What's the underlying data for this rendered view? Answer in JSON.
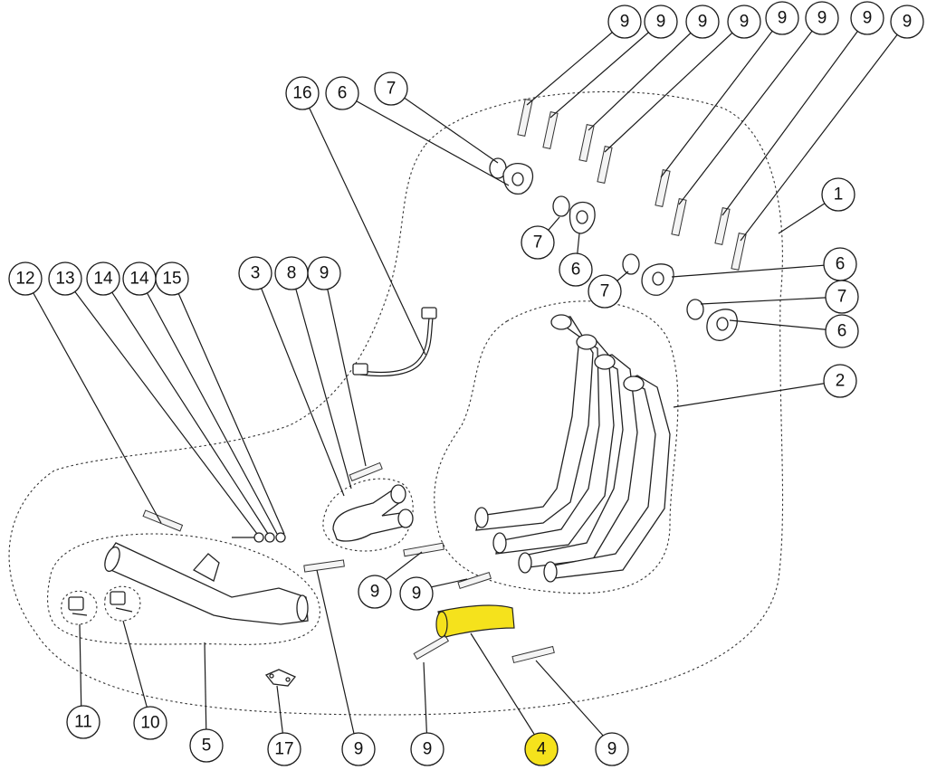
{
  "colors": {
    "highlight": "#f5e21c",
    "line": "#1a1a1a",
    "background": "#ffffff"
  },
  "highlighted_part": "4",
  "callouts": [
    {
      "id": "c-top-1",
      "label": "9"
    },
    {
      "id": "c-top-2",
      "label": "9"
    },
    {
      "id": "c-top-3",
      "label": "9"
    },
    {
      "id": "c-top-4",
      "label": "9"
    },
    {
      "id": "c-top-5",
      "label": "9"
    },
    {
      "id": "c-top-6",
      "label": "9"
    },
    {
      "id": "c-top-7",
      "label": "9"
    },
    {
      "id": "c-top-8",
      "label": "9"
    },
    {
      "id": "c-16",
      "label": "16"
    },
    {
      "id": "c-6a",
      "label": "6"
    },
    {
      "id": "c-7a",
      "label": "7"
    },
    {
      "id": "c-1",
      "label": "1"
    },
    {
      "id": "c-7b",
      "label": "7"
    },
    {
      "id": "c-6b",
      "label": "6"
    },
    {
      "id": "c-7c",
      "label": "7"
    },
    {
      "id": "c-6c",
      "label": "6"
    },
    {
      "id": "c-7d",
      "label": "7"
    },
    {
      "id": "c-6d",
      "label": "6"
    },
    {
      "id": "c-2",
      "label": "2"
    },
    {
      "id": "c-12",
      "label": "12"
    },
    {
      "id": "c-13",
      "label": "13"
    },
    {
      "id": "c-14a",
      "label": "14"
    },
    {
      "id": "c-14b",
      "label": "14"
    },
    {
      "id": "c-15",
      "label": "15"
    },
    {
      "id": "c-3",
      "label": "3"
    },
    {
      "id": "c-8",
      "label": "8"
    },
    {
      "id": "c-9m",
      "label": "9"
    },
    {
      "id": "c-9c1",
      "label": "9"
    },
    {
      "id": "c-9c2",
      "label": "9"
    },
    {
      "id": "c-11",
      "label": "11"
    },
    {
      "id": "c-10",
      "label": "10"
    },
    {
      "id": "c-5",
      "label": "5"
    },
    {
      "id": "c-17",
      "label": "17"
    },
    {
      "id": "c-9b1",
      "label": "9"
    },
    {
      "id": "c-9b2",
      "label": "9"
    },
    {
      "id": "c-4",
      "label": "4"
    },
    {
      "id": "c-9b3",
      "label": "9"
    }
  ]
}
